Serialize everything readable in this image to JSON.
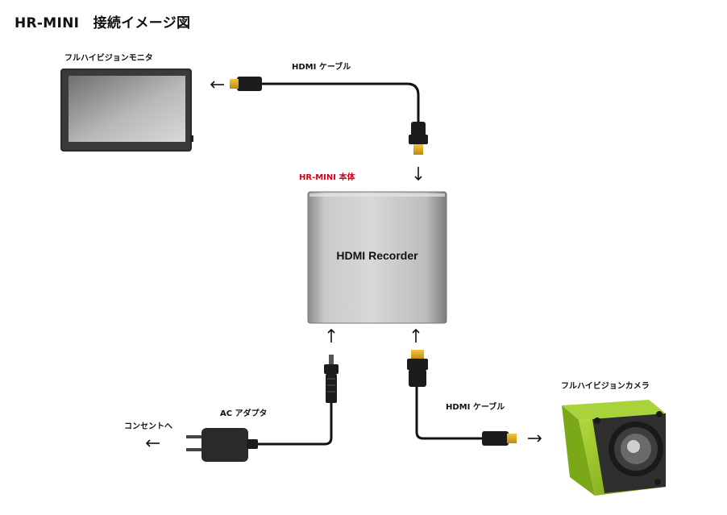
{
  "title": "HR-MINI　接続イメージ図",
  "labels": {
    "monitor": "フルハイビジョンモニタ",
    "hdmi_cable_top": "HDMI ケーブル",
    "unit": "HR-MINI 本体",
    "recorder": "HDMI Recorder",
    "camera": "フルハイビジョンカメラ",
    "hdmi_cable_bottom": "HDMI ケーブル",
    "ac_adapter": "AC アダプタ",
    "outlet": "コンセントへ"
  },
  "colors": {
    "unit_label": "#d4001a",
    "camera_body": "#8fc31f",
    "hdmi_plug": "#e2a915",
    "cable": "#111111"
  },
  "arrows": {
    "to_monitor": "←",
    "to_unit_top": "↓",
    "power_in": "↑",
    "hdmi_in": "↑",
    "to_camera": "→",
    "to_outlet": "←"
  }
}
